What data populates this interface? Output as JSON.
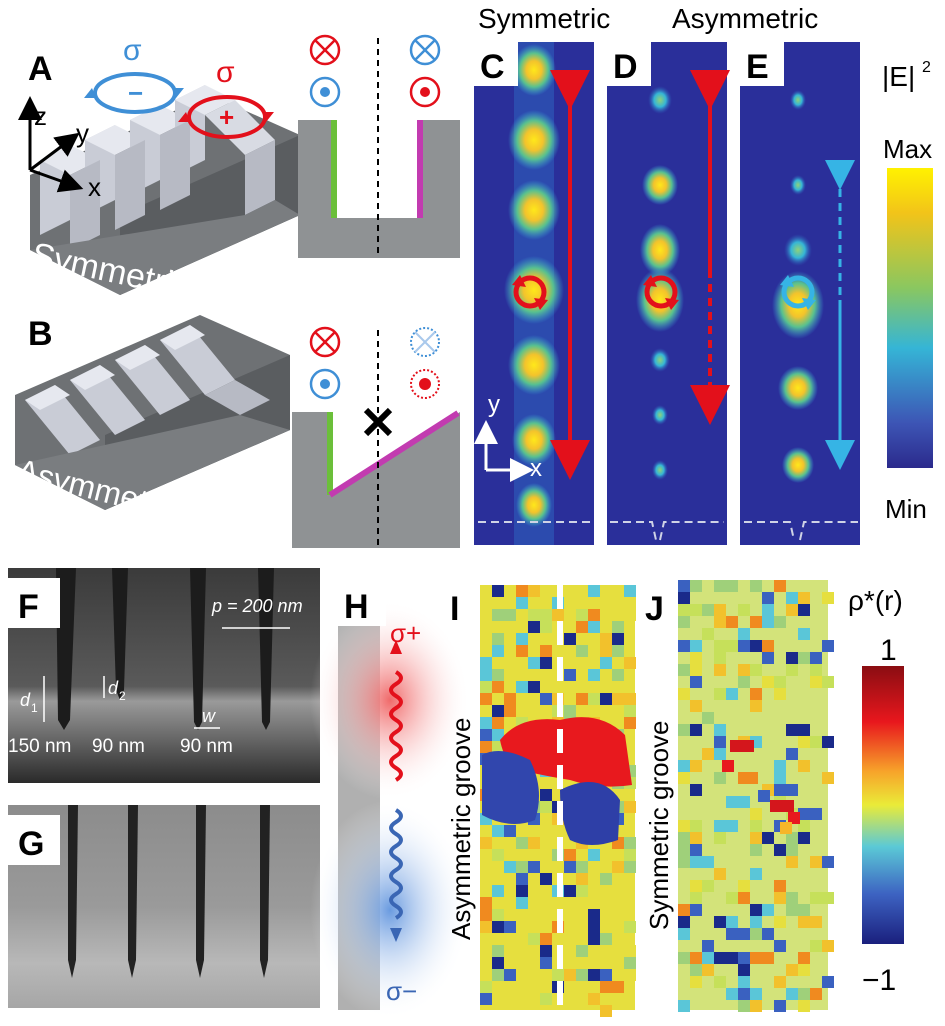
{
  "panels": {
    "A": "A",
    "B": "B",
    "C": "C",
    "D": "D",
    "E": "E",
    "F": "F",
    "G": "G",
    "H": "H",
    "I": "I",
    "J": "J"
  },
  "top": {
    "sigma": "σ",
    "minus": "−",
    "plus": "+",
    "axis_z": "z",
    "axis_y": "y",
    "axis_x": "x",
    "sym_label": "Symmetric",
    "asym_label": "Asymmetric",
    "col_sym": "Symmetric",
    "col_asym": "Asymmetric",
    "field_label": "|E|",
    "field_sup": "2",
    "cb_max": "Max",
    "cb_min": "Min",
    "map_y": "y",
    "map_x": "x"
  },
  "sem": {
    "p_label": "p = 200 nm",
    "d1": "d",
    "d1_sub": "1",
    "d2": "d",
    "d2_sub": "2",
    "w": "w",
    "depth1": "150 nm",
    "depth2": "90 nm",
    "width": "90 nm"
  },
  "bottom": {
    "sigma_plus": "σ+",
    "sigma_minus": "σ−",
    "asym_groove": "Asymmetric groove",
    "sym_groove": "Symmetric groove",
    "rho_label": "ρ*(r)",
    "cb_top": "1",
    "cb_bottom": "−1"
  },
  "colors": {
    "red": "#e3101b",
    "blue": "#3f8fd6",
    "cyan": "#36b4e5",
    "green": "#6bbf3a",
    "magenta": "#c23bb0",
    "groove_gray": "#8f9294",
    "map_bg": "#2a2f9a"
  }
}
